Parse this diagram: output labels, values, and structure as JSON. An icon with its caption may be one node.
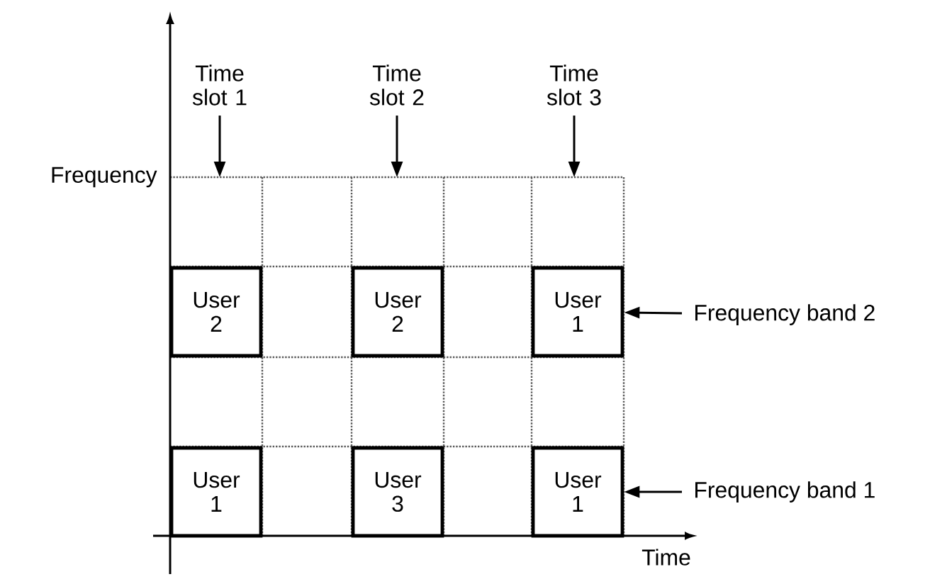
{
  "diagram": {
    "nodes": [
      {
        "text": [
          "Time slot 1"
        ]
      },
      {
        "text": [
          "Time slot 2"
        ]
      },
      {
        "text": [
          "Time slot 3"
        ]
      },
      {
        "text": [
          "User 2"
        ]
      },
      {
        "text": [
          "User 2"
        ]
      },
      {
        "text": [
          "User 1"
        ]
      },
      {
        "text": [
          "Frequency band 2"
        ]
      },
      {
        "text": [
          "User 1"
        ]
      },
      {
        "text": [
          "User 3"
        ]
      },
      {
        "text": [
          "User 1"
        ]
      },
      {
        "text": [
          "Frequency band 1"
        ]
      }
    ],
    "edges": [
      {
        "from": 0,
        "to": null,
        "arrow": "to"
      },
      {
        "from": 1,
        "to": null,
        "arrow": "to"
      },
      {
        "from": 2,
        "to": null,
        "arrow": "to"
      },
      {
        "from": 6,
        "to": 5,
        "arrow": "to"
      },
      {
        "from": 10,
        "to": 9,
        "arrow": "to"
      }
    ],
    "labels": [
      "Frequency",
      "Time"
    ]
  }
}
